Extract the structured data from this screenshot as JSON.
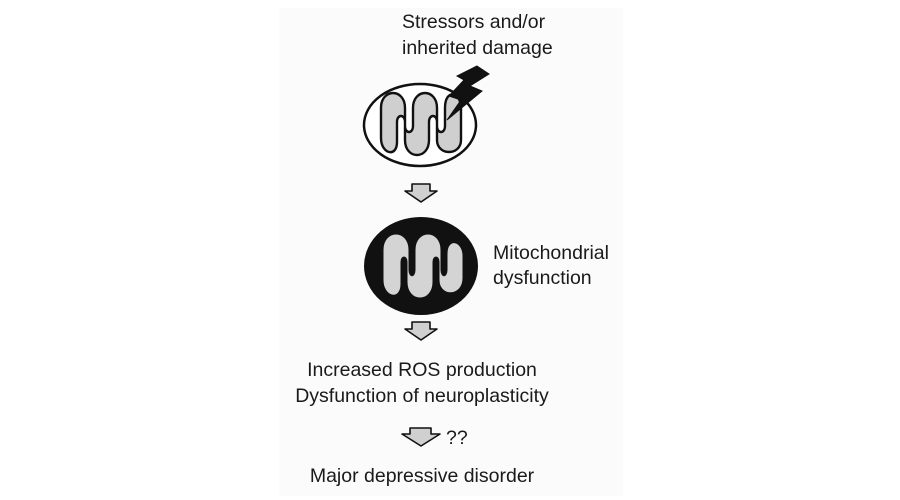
{
  "diagram": {
    "stressor_label": [
      "Stressors and/or",
      "inherited damage"
    ],
    "dysfunction_label": [
      "Mitochondrial",
      "dysfunction"
    ],
    "ros_label": [
      "Increased ROS production",
      "Dysfunction of neuroplasticity"
    ],
    "uncertain_mark": "??",
    "outcome_label": "Major depressive disorder"
  },
  "colors": {
    "healthy_outer": "#ffffff",
    "dysfunctional_outer": "#111111",
    "cristae_fill": "#cfcfcf",
    "arrow_fill": "#d0d0d0",
    "outline": "#111111"
  },
  "icons": [
    "lightning-bolt-icon",
    "healthy-mitochondrion-icon",
    "dysfunctional-mitochondrion-icon",
    "down-arrow-icon"
  ]
}
